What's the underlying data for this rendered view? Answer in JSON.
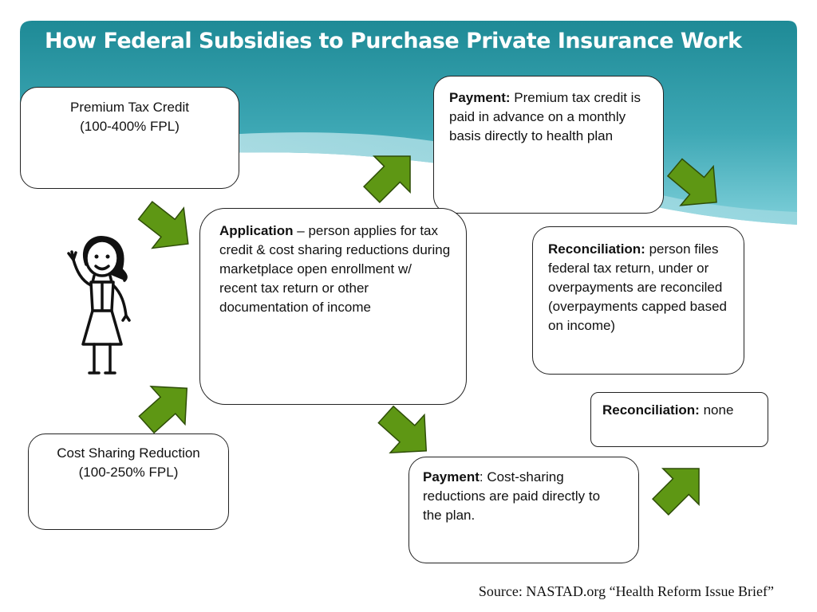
{
  "title": "How Federal Subsidies to Purchase Private Insurance Work",
  "colors": {
    "banner_dark": "#1e8a96",
    "banner_light": "#7fd0da",
    "arrow_fill": "#5e9714",
    "arrow_stroke": "#2e4d08",
    "box_border": "#222222"
  },
  "boxes": {
    "premium_tax_credit": {
      "line1": "Premium Tax Credit",
      "line2": "(100-400% FPL)"
    },
    "cost_sharing_reduction": {
      "line1": "Cost Sharing Reduction",
      "line2": "(100-250% FPL)"
    },
    "application": {
      "label": "Application",
      "text": " – person applies for tax credit & cost sharing reductions during marketplace open enrollment w/",
      "text2": "recent tax return or other documentation of income"
    },
    "payment_premium": {
      "label": "Payment:",
      "text": " Premium tax credit is paid in advance on a monthly basis directly to health plan"
    },
    "reconciliation_premium": {
      "label": "Reconciliation:",
      "text": " person files federal tax return, under or overpayments are reconciled (overpayments capped based on income)"
    },
    "reconciliation_cost_sharing": {
      "label": "Reconciliation:",
      "text": " none"
    },
    "payment_cost_sharing": {
      "label": "Payment",
      "text": ": Cost-sharing reductions are paid directly to the plan."
    }
  },
  "person_icon": "stick-figure-woman-waving",
  "arrow_icon": "green-block-arrow",
  "source": "Source: NASTAD.org “Health Reform Issue Brief”"
}
